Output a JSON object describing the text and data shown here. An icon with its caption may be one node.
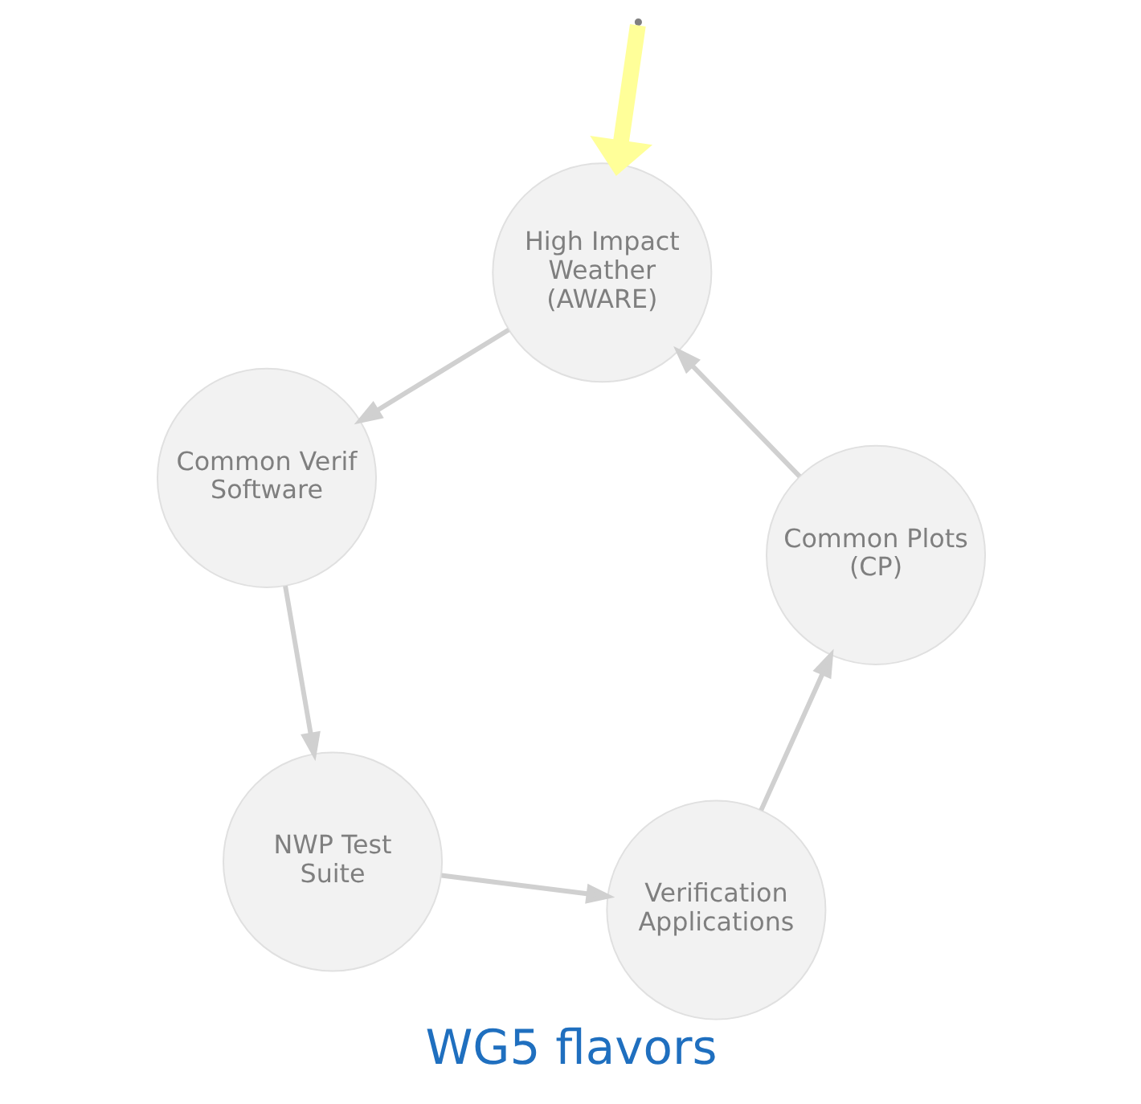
{
  "diagram": {
    "title": "WG5 flavors",
    "nodes": [
      {
        "text": [
          "Common Verif Software"
        ]
      },
      {
        "text": [
          "High Impact Weather (AWARE)"
        ]
      },
      {
        "text": [
          "NWP Test Suite"
        ]
      },
      {
        "text": [
          "Common Plots (CP)"
        ]
      },
      {
        "text": [
          "Verification Applications"
        ]
      }
    ],
    "edges": [
      {
        "from": 0,
        "to": 2,
        "arrow": "to"
      },
      {
        "from": 2,
        "to": 4,
        "arrow": "to"
      },
      {
        "from": 4,
        "to": 3,
        "arrow": "to"
      },
      {
        "from": 3,
        "to": 1,
        "arrow": "to"
      },
      {
        "from": 1,
        "to": 0,
        "arrow": "to"
      },
      {
        "from": null,
        "to": 1,
        "arrow": "to",
        "style": "thick",
        "color": "#ffff99"
      }
    ]
  }
}
